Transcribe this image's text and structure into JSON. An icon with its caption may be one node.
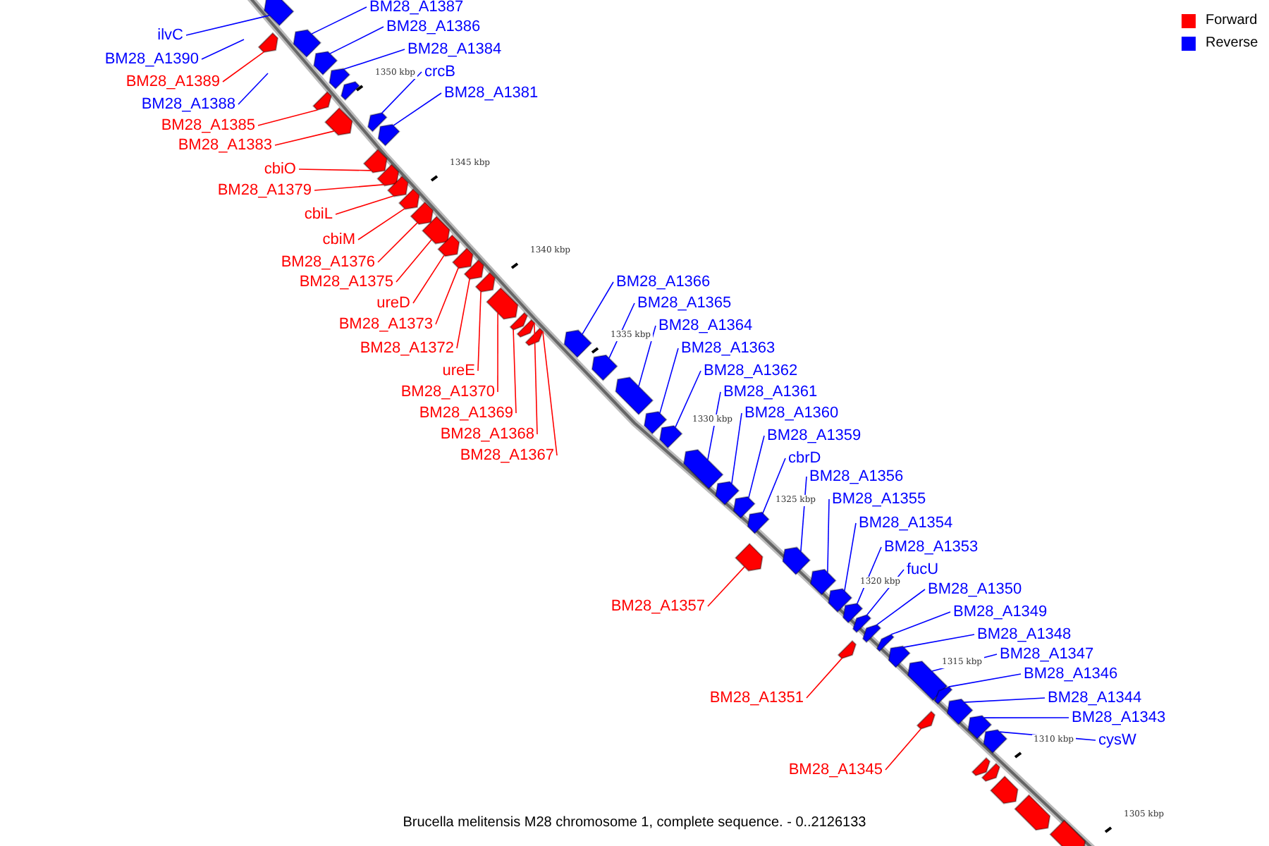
{
  "diagram": {
    "caption": "Brucella melitensis M28 chromosome 1, complete sequence. - 0..2126133",
    "nodes": [
      {
        "text": [
          "BM28_A1387"
        ]
      },
      {
        "text": [
          "ilvC"
        ]
      },
      {
        "text": [
          "BM28_A1386"
        ]
      },
      {
        "text": [
          "BM28_A1384"
        ]
      },
      {
        "text": [
          "BM28_A1390"
        ]
      },
      {
        "text": [
          "crcB"
        ]
      },
      {
        "text": [
          "BM28_A1389"
        ]
      },
      {
        "text": [
          "BM28_A1381"
        ]
      },
      {
        "text": [
          "BM28_A1388"
        ]
      },
      {
        "text": [
          "BM28_A1385"
        ]
      },
      {
        "text": [
          "BM28_A1383"
        ]
      },
      {
        "text": [
          "cbiO"
        ]
      },
      {
        "text": [
          "BM28_A1379"
        ]
      },
      {
        "text": [
          "cbiL"
        ]
      },
      {
        "text": [
          "cbiM"
        ]
      },
      {
        "text": [
          "BM28_A1376"
        ]
      },
      {
        "text": [
          "BM28_A1375"
        ]
      },
      {
        "text": [
          "BM28_A1366"
        ]
      },
      {
        "text": [
          "ureD"
        ]
      },
      {
        "text": [
          "BM28_A1365"
        ]
      },
      {
        "text": [
          "BM28_A1373"
        ]
      },
      {
        "text": [
          "BM28_A1364"
        ]
      },
      {
        "text": [
          "BM28_A1372"
        ]
      },
      {
        "text": [
          "BM28_A1363"
        ]
      },
      {
        "text": [
          "ureE"
        ]
      },
      {
        "text": [
          "BM28_A1362"
        ]
      },
      {
        "text": [
          "BM28_A1370"
        ]
      },
      {
        "text": [
          "BM28_A1361"
        ]
      },
      {
        "text": [
          "BM28_A1369"
        ]
      },
      {
        "text": [
          "BM28_A1360"
        ]
      },
      {
        "text": [
          "BM28_A1368"
        ]
      },
      {
        "text": [
          "BM28_A1359"
        ]
      },
      {
        "text": [
          "BM28_A1367"
        ]
      },
      {
        "text": [
          "cbrD"
        ]
      },
      {
        "text": [
          "BM28_A1356"
        ]
      },
      {
        "text": [
          "BM28_A1355"
        ]
      },
      {
        "text": [
          "BM28_A1354"
        ]
      },
      {
        "text": [
          "BM28_A1353"
        ]
      },
      {
        "text": [
          "fucU"
        ]
      },
      {
        "text": [
          "BM28_A1350"
        ]
      },
      {
        "text": [
          "BM28_A1357"
        ]
      },
      {
        "text": [
          "BM28_A1349"
        ]
      },
      {
        "text": [
          "BM28_A1348"
        ]
      },
      {
        "text": [
          "BM28_A1347"
        ]
      },
      {
        "text": [
          "BM28_A1346"
        ]
      },
      {
        "text": [
          "BM28_A1344"
        ]
      },
      {
        "text": [
          "BM28_A1351"
        ]
      },
      {
        "text": [
          "BM28_A1343"
        ]
      },
      {
        "text": [
          "cysW"
        ]
      },
      {
        "text": [
          "BM28_A1345"
        ]
      },
      {
        "text": [],
        "shape": "arrow"
      },
      {
        "text": [],
        "shape": "arrow"
      },
      {
        "text": [],
        "shape": "arrow"
      },
      {
        "text": [],
        "shape": "arrow"
      },
      {
        "text": [],
        "shape": "arrow"
      },
      {
        "text": [],
        "shape": "arrow"
      },
      {
        "text": [],
        "shape": "arrow"
      },
      {
        "text": [],
        "shape": "arrow"
      },
      {
        "text": [],
        "shape": "arrow"
      },
      {
        "text": [],
        "shape": "arrow"
      },
      {
        "text": [],
        "shape": "arrow"
      },
      {
        "text": [],
        "shape": "arrow"
      },
      {
        "text": [],
        "shape": "arrow"
      },
      {
        "text": [],
        "shape": "arrow"
      },
      {
        "text": [],
        "shape": "arrow"
      },
      {
        "text": [],
        "shape": "arrow"
      },
      {
        "text": [],
        "shape": "arrow"
      },
      {
        "text": [],
        "shape": "arrow"
      },
      {
        "text": [],
        "shape": "arrow"
      },
      {
        "text": [],
        "shape": "arrow"
      },
      {
        "text": [],
        "shape": "arrow"
      },
      {
        "text": [],
        "shape": "arrow"
      },
      {
        "text": [],
        "shape": "arrow"
      },
      {
        "text": [],
        "shape": "arrow"
      },
      {
        "text": [],
        "shape": "arrow"
      },
      {
        "text": [],
        "shape": "arrow"
      },
      {
        "text": [],
        "shape": "arrow"
      },
      {
        "text": [],
        "shape": "arrow"
      },
      {
        "text": [],
        "shape": "arrow"
      },
      {
        "text": [],
        "shape": "arrow"
      },
      {
        "text": [],
        "shape": "arrow"
      },
      {
        "text": [],
        "shape": "arrow"
      },
      {
        "text": [],
        "shape": "arrow"
      },
      {
        "text": [],
        "shape": "arrow"
      },
      {
        "text": [],
        "shape": "arrow"
      },
      {
        "text": [],
        "shape": "arrow"
      },
      {
        "text": [],
        "shape": "arrow"
      },
      {
        "text": [],
        "shape": "arrow"
      },
      {
        "text": [],
        "shape": "arrow"
      },
      {
        "text": [],
        "shape": "arrow"
      },
      {
        "text": [],
        "shape": "arrow"
      },
      {
        "text": [],
        "shape": "arrow"
      },
      {
        "text": [],
        "shape": "arrow"
      },
      {
        "text": [],
        "shape": "arrow"
      },
      {
        "text": [],
        "shape": "arrow"
      },
      {
        "text": [],
        "shape": "arrow"
      },
      {
        "text": [],
        "shape": "arrow"
      },
      {
        "text": [],
        "shape": "arrow"
      },
      {
        "text": [],
        "shape": "arrow"
      },
      {
        "text": [],
        "shape": "arrow"
      },
      {
        "text": [],
        "shape": "arrow"
      },
      {
        "text": [],
        "shape": "arrow"
      },
      {
        "text": [],
        "shape": "arrow"
      },
      {
        "text": [],
        "shape": "arrow"
      }
    ],
    "edges": [
      {
        "from": 0,
        "to": 50,
        "arrow": "none"
      },
      {
        "from": 1,
        "to": 51,
        "arrow": "none"
      },
      {
        "from": 2,
        "to": 52,
        "arrow": "none"
      },
      {
        "from": 3,
        "to": 53,
        "arrow": "none"
      },
      {
        "from": 4,
        "to": null,
        "arrow": "none"
      },
      {
        "from": 5,
        "to": 55,
        "arrow": "none"
      },
      {
        "from": 6,
        "to": 56,
        "arrow": "none",
        "color": "#ff0000"
      },
      {
        "from": 7,
        "to": 57,
        "arrow": "none"
      },
      {
        "from": 8,
        "to": null,
        "arrow": "none"
      },
      {
        "from": 9,
        "to": 59,
        "arrow": "none",
        "color": "#ff0000"
      },
      {
        "from": 10,
        "to": 60,
        "arrow": "none",
        "color": "#ff0000"
      },
      {
        "from": 11,
        "to": 61,
        "arrow": "none",
        "color": "#ff0000"
      },
      {
        "from": 12,
        "to": 62,
        "arrow": "none",
        "color": "#ff0000"
      },
      {
        "from": 13,
        "to": 63,
        "arrow": "none",
        "color": "#ff0000"
      },
      {
        "from": 14,
        "to": 64,
        "arrow": "none",
        "color": "#ff0000"
      },
      {
        "from": 15,
        "to": 65,
        "arrow": "none",
        "color": "#ff0000"
      },
      {
        "from": 16,
        "to": 66,
        "arrow": "none",
        "color": "#ff0000"
      },
      {
        "from": 17,
        "to": 67,
        "arrow": "none"
      },
      {
        "from": 18,
        "to": 68,
        "arrow": "none",
        "color": "#ff0000"
      },
      {
        "from": 19,
        "to": 69,
        "arrow": "none"
      },
      {
        "from": 20,
        "to": 70,
        "arrow": "none",
        "color": "#ff0000"
      },
      {
        "from": 21,
        "to": 71,
        "arrow": "none"
      },
      {
        "from": 22,
        "to": 72,
        "arrow": "none",
        "color": "#ff0000"
      },
      {
        "from": 23,
        "to": 73,
        "arrow": "none"
      },
      {
        "from": 24,
        "to": 74,
        "arrow": "none",
        "color": "#ff0000"
      },
      {
        "from": 25,
        "to": 75,
        "arrow": "none"
      },
      {
        "from": 26,
        "to": 76,
        "arrow": "none",
        "color": "#ff0000"
      },
      {
        "from": 27,
        "to": 77,
        "arrow": "none"
      },
      {
        "from": 28,
        "to": 78,
        "arrow": "none",
        "color": "#ff0000"
      },
      {
        "from": 29,
        "to": 79,
        "arrow": "none"
      },
      {
        "from": 30,
        "to": 80,
        "arrow": "none",
        "color": "#ff0000"
      },
      {
        "from": 31,
        "to": 81,
        "arrow": "none"
      },
      {
        "from": 32,
        "to": 82,
        "arrow": "none",
        "color": "#ff0000"
      },
      {
        "from": 33,
        "to": 83,
        "arrow": "none"
      },
      {
        "from": 34,
        "to": 84,
        "arrow": "none"
      },
      {
        "from": 35,
        "to": 85,
        "arrow": "none"
      },
      {
        "from": 36,
        "to": 86,
        "arrow": "none"
      },
      {
        "from": 37,
        "to": 87,
        "arrow": "none"
      },
      {
        "from": 38,
        "to": 88,
        "arrow": "none"
      },
      {
        "from": 39,
        "to": 89,
        "arrow": "none"
      },
      {
        "from": 40,
        "to": 90,
        "arrow": "none",
        "color": "#ff0000"
      },
      {
        "from": 41,
        "to": 91,
        "arrow": "none"
      },
      {
        "from": 42,
        "to": 92,
        "arrow": "none"
      },
      {
        "from": 43,
        "to": 93,
        "arrow": "none"
      },
      {
        "from": 44,
        "to": 94,
        "arrow": "none"
      },
      {
        "from": 45,
        "to": 95,
        "arrow": "none"
      },
      {
        "from": 46,
        "to": 96,
        "arrow": "none",
        "color": "#ff0000"
      },
      {
        "from": 47,
        "to": 97,
        "arrow": "none"
      },
      {
        "from": 48,
        "to": 98,
        "arrow": "none"
      },
      {
        "from": 49,
        "to": 99,
        "arrow": "none",
        "color": "#ff0000"
      }
    ],
    "labels": [
      "1350 kbp",
      "1345 kbp",
      "1340 kbp",
      "1335 kbp",
      "1330 kbp",
      "1325 kbp",
      "1320 kbp",
      "1315 kbp",
      "1310 kbp",
      "1305 kbp"
    ],
    "legend": [
      {
        "text": "Forward",
        "color": "#ff0000"
      },
      {
        "text": "Reverse",
        "color": "#0000ff"
      }
    ]
  }
}
